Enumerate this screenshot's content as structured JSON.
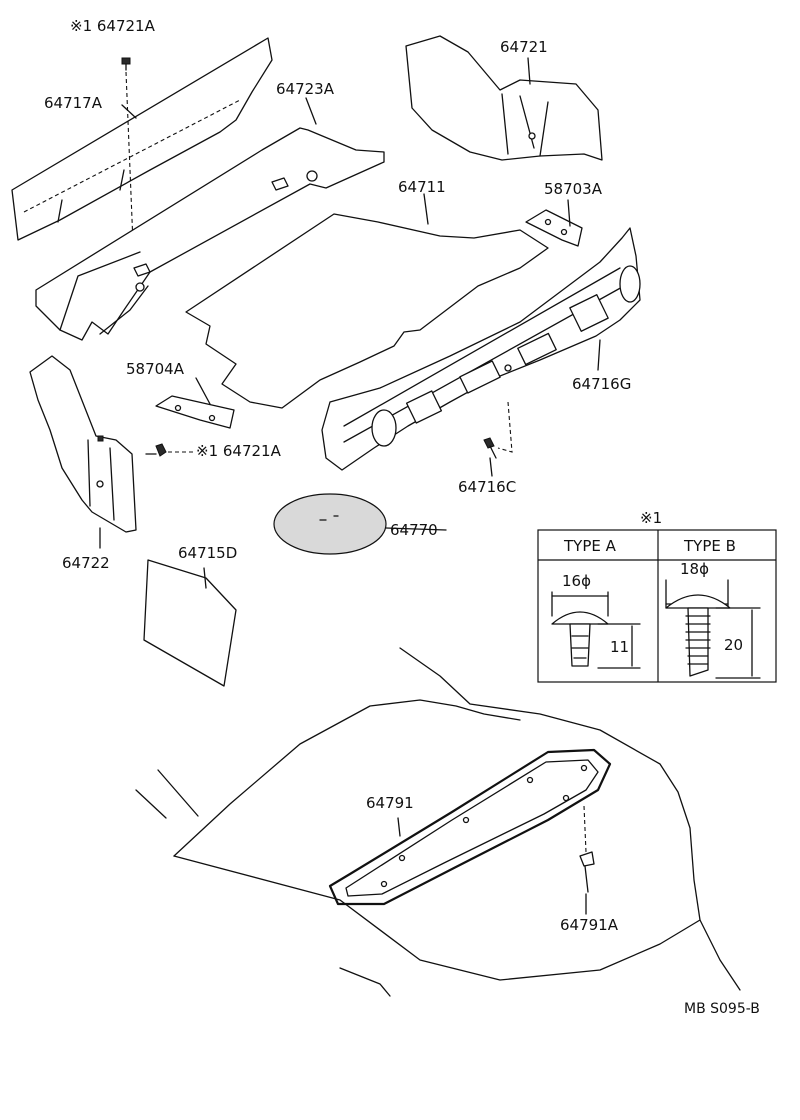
{
  "parts": {
    "p64721A_top": "※1 64721A",
    "p64717A": "64717A",
    "p64723A": "64723A",
    "p64721": "64721",
    "p64711": "64711",
    "p58703A": "58703A",
    "p58704A": "58704A",
    "p64716G": "64716G",
    "p64721A_left": "※1 64721A",
    "p64716C": "64716C",
    "p64770": "64770",
    "p64722": "64722",
    "p64715D": "64715D",
    "p64791": "64791",
    "p64791A": "64791A"
  },
  "clip_table": {
    "note_mark": "※1",
    "type_a_header": "TYPE A",
    "type_b_header": "TYPE B",
    "type_a_diameter": "16ϕ",
    "type_b_diameter": "18ϕ",
    "type_a_height": "11",
    "type_b_height": "20"
  },
  "diagram_code": "MB S095-B"
}
